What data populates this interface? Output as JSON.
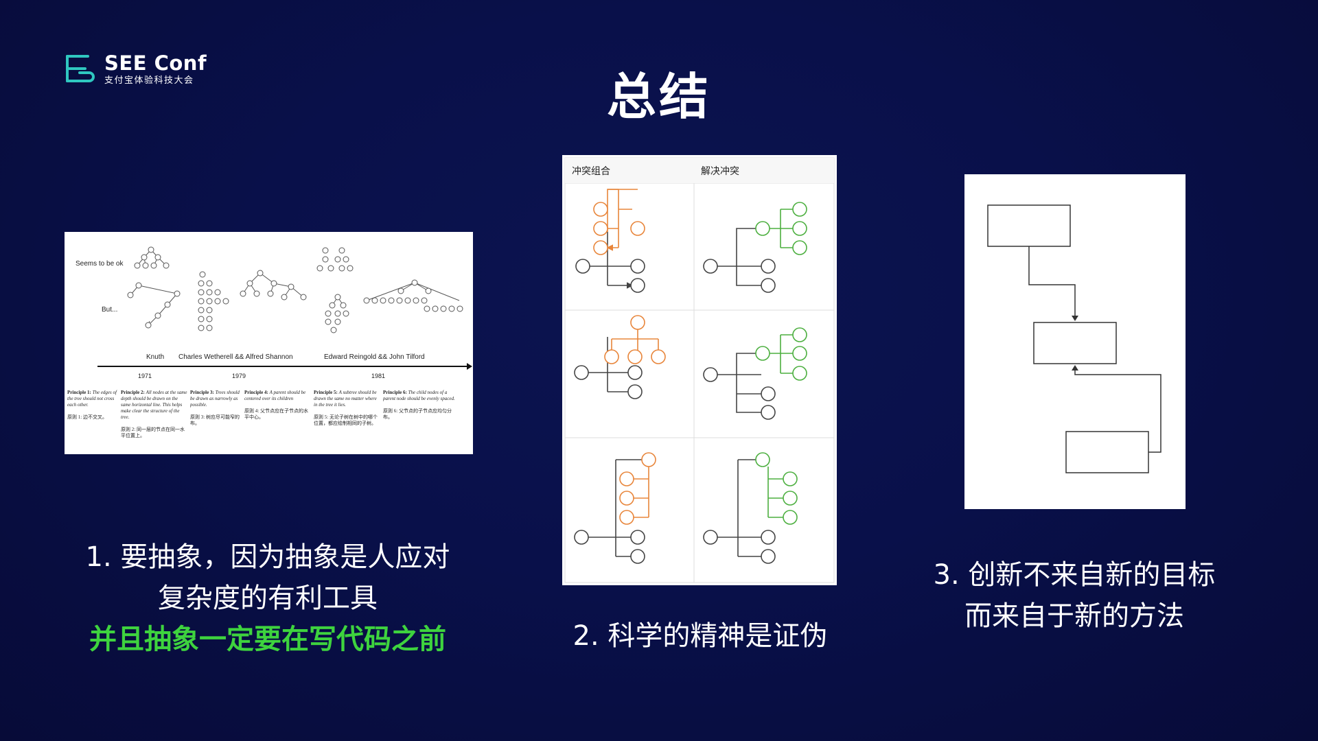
{
  "logo": {
    "title": "SEE Conf",
    "subtitle": "支付宝体验科技大会"
  },
  "page_title": "总结",
  "timeline_figure": {
    "label_ok": "Seems to be ok",
    "label_but": "But...",
    "authors": [
      "Knuth",
      "Charles Wetherell && Alfred Shannon",
      "Edward Reingold && John Tilford"
    ],
    "years": [
      "1971",
      "1979",
      "1981"
    ],
    "principles": [
      {
        "en_title": "Principle 1:",
        "en": "The edges of the tree should not cross each other.",
        "zh": "原则 1: 边不交叉。"
      },
      {
        "en_title": "Principle 2:",
        "en": "All nodes at the same depth should be drawn on the same horizontal line. This helps make clear the structure of the tree.",
        "zh": "原则 2: 同一层的节点在同一水平位置上。"
      },
      {
        "en_title": "Principle 3:",
        "en": "Trees should be drawn as narrowly as possible.",
        "zh": "原则 3: 树应尽可能窄的布。"
      },
      {
        "en_title": "Principle 4:",
        "en": "A parent should be centered over its children",
        "zh": "原则 4: 父节点应在子节点的水平中心。"
      },
      {
        "en_title": "Principle 5:",
        "en": "A subtree should be drawn the same no matter where in the tree it lies.",
        "zh": "原则 5: 无论子树在树中的哪个位置，都应绘制相同的子树。"
      },
      {
        "en_title": "Principle 6:",
        "en": "The child nodes of a parent node should be evenly spaced.",
        "zh": "原则 6: 父节点的子节点应均匀分布。"
      }
    ]
  },
  "grid_figure": {
    "col_conflict": "冲突组合",
    "col_resolve": "解决冲突",
    "colors": {
      "conflict": "#e8853a",
      "resolve": "#4caf3f",
      "neutral": "#444444"
    }
  },
  "captions": {
    "c1_line1": "1. 要抽象，因为抽象是人应对",
    "c1_line2": "复杂度的有利工具",
    "c1_highlight": "并且抽象一定要在写代码之前",
    "c2": "2. 科学的精神是证伪",
    "c3_line1": "3. 创新不来自新的目标",
    "c3_line2": "而来自于新的方法"
  },
  "colors": {
    "background": "#09104a",
    "highlight": "#3ed33e",
    "logo": "#2fc7c0"
  }
}
